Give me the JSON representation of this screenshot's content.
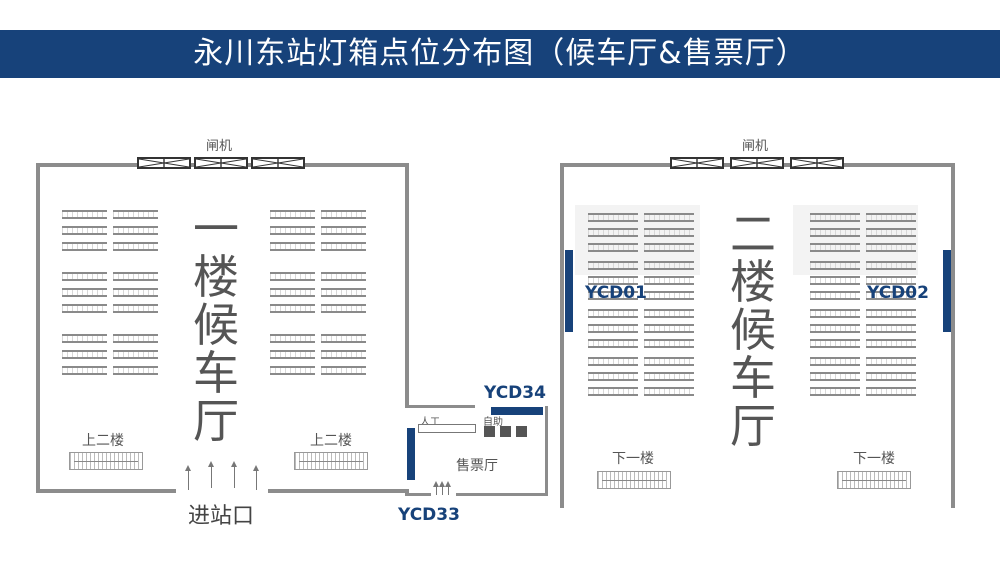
{
  "title": "永川东站灯箱点位分布图（候车厅&售票厅）",
  "gates_label_left": "闸机",
  "gates_label_right": "闸机",
  "hall1_label": [
    "一",
    "楼",
    "候",
    "车",
    "厅"
  ],
  "hall2_label": [
    "二",
    "楼",
    "候",
    "车",
    "厅"
  ],
  "stairs_up_left": "上二楼",
  "stairs_up_right": "上二楼",
  "stairs_down_left": "下一楼",
  "stairs_down_right": "下一楼",
  "entrance": "进站口",
  "ticket_hall": "售票厅",
  "manual_counter": "人工",
  "self_service": "自助",
  "lightboxes": {
    "ycd01": "YCD01",
    "ycd02": "YCD02",
    "ycd33": "YCD33",
    "ycd34": "YCD34"
  },
  "colors": {
    "accent": "#17427a",
    "wall": "#8c8c8c"
  }
}
